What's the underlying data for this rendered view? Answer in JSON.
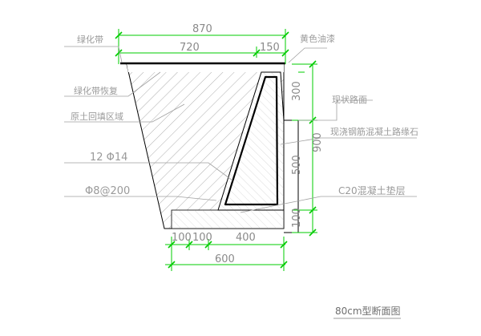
{
  "title": "80cm型断面图",
  "dims_top": {
    "total": "870",
    "left": "720",
    "right": "150"
  },
  "dims_bottom": {
    "a": "100",
    "b": "100",
    "c": "400",
    "total": "600"
  },
  "dims_right": {
    "d300": "300",
    "d900": "900",
    "d500": "500",
    "d100": "100"
  },
  "labels": {
    "greenbelt": "绿化带",
    "yellow_paint": "黄色油漆",
    "greenbelt_restore": "绿化带恢复",
    "soil_backfill": "原土回填区域",
    "rebar_main": "12 Φ14",
    "existing_road": "现状路面",
    "curb": "现浇钢筋混凝土路缘石",
    "stirrup": "Φ8@200",
    "cushion": "C20混凝土垫层"
  },
  "colors": {
    "dim": "#00cc00",
    "line": "#000000",
    "annotation": "#9a9a9a"
  }
}
